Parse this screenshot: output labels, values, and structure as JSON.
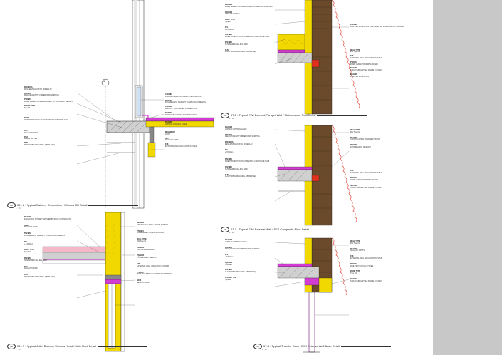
{
  "palette": {
    "sheet": "#ffffff",
    "margin": "#c8c8c8",
    "insulation": "#f0d800",
    "membrane": "#d23cd2",
    "cladding_red": "#e0301e",
    "brick": "#6a4a2a",
    "hatch": "#444444",
    "pink_fill": "#f4b8c8",
    "line": "#222222"
  },
  "details": [
    {
      "id": "d1",
      "tag": "6A",
      "caption": "06 - 1 - Typical Balcony Connection / Window Cill Detail",
      "scale": "1 : 10",
      "grid_label": "3",
      "notes_left": [
        {
          "h": "RF19904A",
          "t": "RESILIENT ACOUSTIC UNDERLAY"
        },
        {
          "h": "RF19004",
          "t": "MEDIUM DENSITY FIBREBOARD SKIRTING"
        },
        {
          "h": "PT26904",
          "t": "FIBRE CEMENT BUILDING BOARD TO SPECIALIST DETAILS"
        },
        {
          "h": "FLOOR TYPE",
          "t": "Type 01"
        },
        {
          "h": "PT260",
          "t": "FIRE PROTECTION TO UNDERSIDE COMPOSITE SLAB"
        },
        {
          "h": "SS5",
          "t": "SEALANT FINISH"
        },
        {
          "h": "PG25",
          "t": "ANGLE BATTEN"
        },
        {
          "h": "PL50",
          "t": "PLASTERBOARD LINING (15MM FIRE)"
        }
      ],
      "notes_right": [
        {
          "h": "LY10984",
          "t": "PHOENIX LIMBOLIN COMPOSITE WINDOWS"
        },
        {
          "h": "PQ20964",
          "t": "INTUMESCENT SEALANT TO SPECIALIST DESIGN"
        },
        {
          "h": "PQ20984",
          "t": "BALCONY CANTILEVER CONNECTION"
        },
        {
          "h": "SR20984",
          "t": "STRUCTURAL STEEL FRAME SYSTEM"
        },
        {
          "h": "PG20984",
          "t": "VAPOUR CONTROL LAYER"
        },
        {
          "h": "MOVEMENT",
          "t": "JOINT"
        },
        {
          "h": "SD7X",
          "t": "SEALANT JOINT"
        },
        {
          "h": "FX8",
          "t": "EXTERNAL WALL INSULATION SYSTEM"
        }
      ]
    },
    {
      "id": "d2",
      "tag": "6B",
      "caption": "06 - 2 - Typical Juliet Balcony Window Head / Main Roof Detail",
      "scale": "1 : 10",
      "notes_left": [
        {
          "h": "PG21984",
          "t": "INSULATION SYSTEM SUPPLIED BY ROOF CONTRACTOR"
        },
        {
          "h": "DARK",
          "t": "PVC FELT ROOF"
        },
        {
          "h": "TH21984",
          "t": "INTUMESCENT SEALANT TO SPECIALIST DESIGN"
        },
        {
          "h": "FFL",
          "t": "+ 13500mm"
        },
        {
          "h": "ROOF TYPE",
          "t": "Type R1"
        },
        {
          "h": "PF21984",
          "t": "SUSPENDED CEILING GRID"
        },
        {
          "h": "SS5",
          "t": "SEALANT FINISH"
        },
        {
          "h": "PL50",
          "t": "PLASTERBOARD LINING (15MM FIRE)"
        }
      ],
      "notes_right": [
        {
          "h": "SR21984",
          "t": "STRUCTURAL STEEL FRAME SYSTEM"
        },
        {
          "h": "PT26904",
          "t": "FIBRE CEMENT BUILDING BOARD"
        },
        {
          "h": "WALL TYPE",
          "t": "EW Type 01"
        },
        {
          "h": "PG21984",
          "t": "FULL FILL INSULATION"
        },
        {
          "h": "PQ21984",
          "t": "INTUMESCENT SEALANT"
        },
        {
          "h": "FX8",
          "t": "EXTERNAL WALL INSULATION SYSTEM"
        },
        {
          "h": "LY10984",
          "t": "PHOENIX LIMBOLIN COMPOSITE WINDOWS"
        },
        {
          "h": "SD7X",
          "t": "SEALANT JOINT"
        }
      ]
    },
    {
      "id": "d3",
      "tag": "6C",
      "caption": "07-0 - Typical EWI External Parapet Wall / Maintenance Roof Detail",
      "scale": "1 : 10",
      "notes_left": [
        {
          "h": "PG21984",
          "t": "FIBRE CEMENT BUILDING BOARD TO SPECIALIST DETAILS"
        },
        {
          "h": "PQ21984",
          "t": "CEMENT SCREED"
        },
        {
          "h": "ROOF TYPE",
          "t": "Type R1"
        },
        {
          "h": "FFL",
          "t": "+ 13500mm"
        },
        {
          "h": "PT21984",
          "t": "FIRE PROTECTION TO UNDERSIDE COMPOSITE SLAB"
        },
        {
          "h": "PF21984",
          "t": "SUSPENDED CEILING GRID"
        },
        {
          "h": "PL50",
          "t": "PLASTERBOARD LINING (15MM FIRE)"
        }
      ],
      "notes_right": [
        {
          "h": "PG21984",
          "t": "FULL FILL INSULATION TO EXTEND MIN 150mm ABOVE TERRACE"
        },
        {
          "h": "WALL TYPE",
          "t": "EW Type 01"
        },
        {
          "h": "FX8",
          "t": "EXTERNAL WALL INSULATION SYSTEM"
        },
        {
          "h": "PT26904",
          "t": "FIBRE CEMENT BUILDING BOARD"
        },
        {
          "h": "SR21984",
          "t": "STRUCTURAL STEEL FRAME SYSTEM"
        },
        {
          "h": "PG21984",
          "t": "FULL FILL INSULATION"
        }
      ]
    },
    {
      "id": "d4",
      "tag": "6D",
      "caption": "07-1 - Typical EWI External Wall / SFS Composite Floor Detail",
      "scale": "1 : 10",
      "notes_left": [
        {
          "h": "PG21984",
          "t": "VAPOUR CONTROL LAYER"
        },
        {
          "h": "RF19904",
          "t": "MEDIUM DENSITY FIBREBOARD SKIRTING"
        },
        {
          "h": "RF19904A",
          "t": "RESILIENT ACOUSTIC UNDERLAY"
        },
        {
          "h": "FFL",
          "t": "+ 7000mm"
        },
        {
          "h": "PT21984",
          "t": "FIRE PROTECTION TO UNDERSIDE COMPOSITE SLAB"
        },
        {
          "h": "PF21984",
          "t": "SUSPENDED CEILING GRID"
        },
        {
          "h": "PL50",
          "t": "PLASTERBOARD LINING (15MM FIRE)"
        }
      ],
      "notes_right": [
        {
          "h": "WALL TYPE",
          "t": "EW Type 01"
        },
        {
          "h": "PG21984",
          "t": "CONSTRUCTION MOVEMENT JOINT"
        },
        {
          "h": "PQ21984",
          "t": "INTUMESCENT SEALANT"
        },
        {
          "h": "FX8",
          "t": "EXTERNAL WALL INSULATION SYSTEM"
        },
        {
          "h": "PT26904",
          "t": "FIBRE CEMENT BUILDING BOARD"
        },
        {
          "h": "SR21984",
          "t": "STRUCTURAL STEEL FRAME SYSTEM"
        }
      ]
    },
    {
      "id": "d5",
      "tag": "6E",
      "caption": "07-4 - Typical Transfer Deck / EWI External Wall Base Detail",
      "scale": "1 : 10",
      "notes_left": [
        {
          "h": "PG21984",
          "t": "VAPOUR CONTROL LAYER"
        },
        {
          "h": "RF19904",
          "t": "MEDIUM DENSITY FIBREBOARD SKIRTING"
        },
        {
          "h": "FFL",
          "t": "+ 3750mm"
        },
        {
          "h": "PQ21984",
          "t": "SCREED"
        },
        {
          "h": "PT21984",
          "t": "PLASTERBOARD LINING (15MM FIRE)"
        },
        {
          "h": "FLOOR TYPE",
          "t": "Type 01"
        }
      ],
      "notes_right": [
        {
          "h": "WALL TYPE",
          "t": "EW Type 01"
        },
        {
          "h": "PG21984",
          "t": "SEALANT JOINTS"
        },
        {
          "h": "FX8",
          "t": "EXTERNAL WALL INSULATION SYSTEM"
        },
        {
          "h": "PT26904",
          "t": "FIRE PROTECTION SYSTEM"
        },
        {
          "h": "ROOF TYPE",
          "t": "Type R1"
        },
        {
          "h": "SR21984",
          "t": "STRUCTURAL STEEL FRAME SYSTEM"
        }
      ]
    }
  ]
}
